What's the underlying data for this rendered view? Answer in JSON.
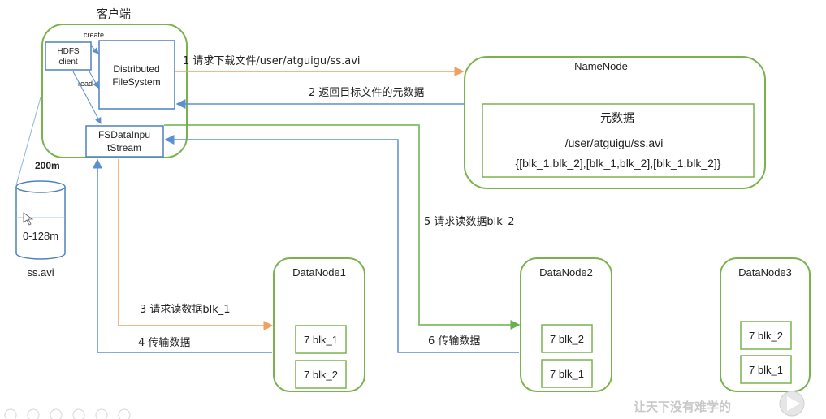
{
  "client": {
    "title": "客户端",
    "hdfs_client": [
      "HDFS",
      "client"
    ],
    "dfs": [
      "Distributed",
      "FileSystem"
    ],
    "fsdis": [
      "FSDataInpu",
      "tStream"
    ],
    "create_label": "create",
    "read_label": "read"
  },
  "file": {
    "size_label": "200m",
    "range_label": "0-128m",
    "name": "ss.avi"
  },
  "namenode": {
    "title": "NameNode",
    "meta_title": "元数据",
    "meta_path": "/user/atguigu/ss.avi",
    "meta_blocks": "{[blk_1,blk_2],[blk_1,blk_2],[blk_1,blk_2]}"
  },
  "datanodes": [
    {
      "title": "DataNode1",
      "blocks": [
        "7 blk_1",
        "7 blk_2"
      ]
    },
    {
      "title": "DataNode2",
      "blocks": [
        "7 blk_2",
        "7 blk_1"
      ]
    },
    {
      "title": "DataNode3",
      "blocks": [
        "7 blk_2",
        "7 blk_1"
      ]
    }
  ],
  "steps": {
    "s1": "1 请求下载文件/user/atguigu/ss.avi",
    "s2": "2 返回目标文件的元数据",
    "s3": "3 请求读数据blk_1",
    "s4": "4 传输数据",
    "s5": "5 请求读数据blk_2",
    "s6": "6 传输数据"
  },
  "watermark": "让天下没有难学的",
  "colors": {
    "node_border": "#7ab34e",
    "inner_border": "#4f81bd",
    "orange": "#f0a060",
    "blue": "#5b8fd0",
    "green": "#6ab04c"
  }
}
